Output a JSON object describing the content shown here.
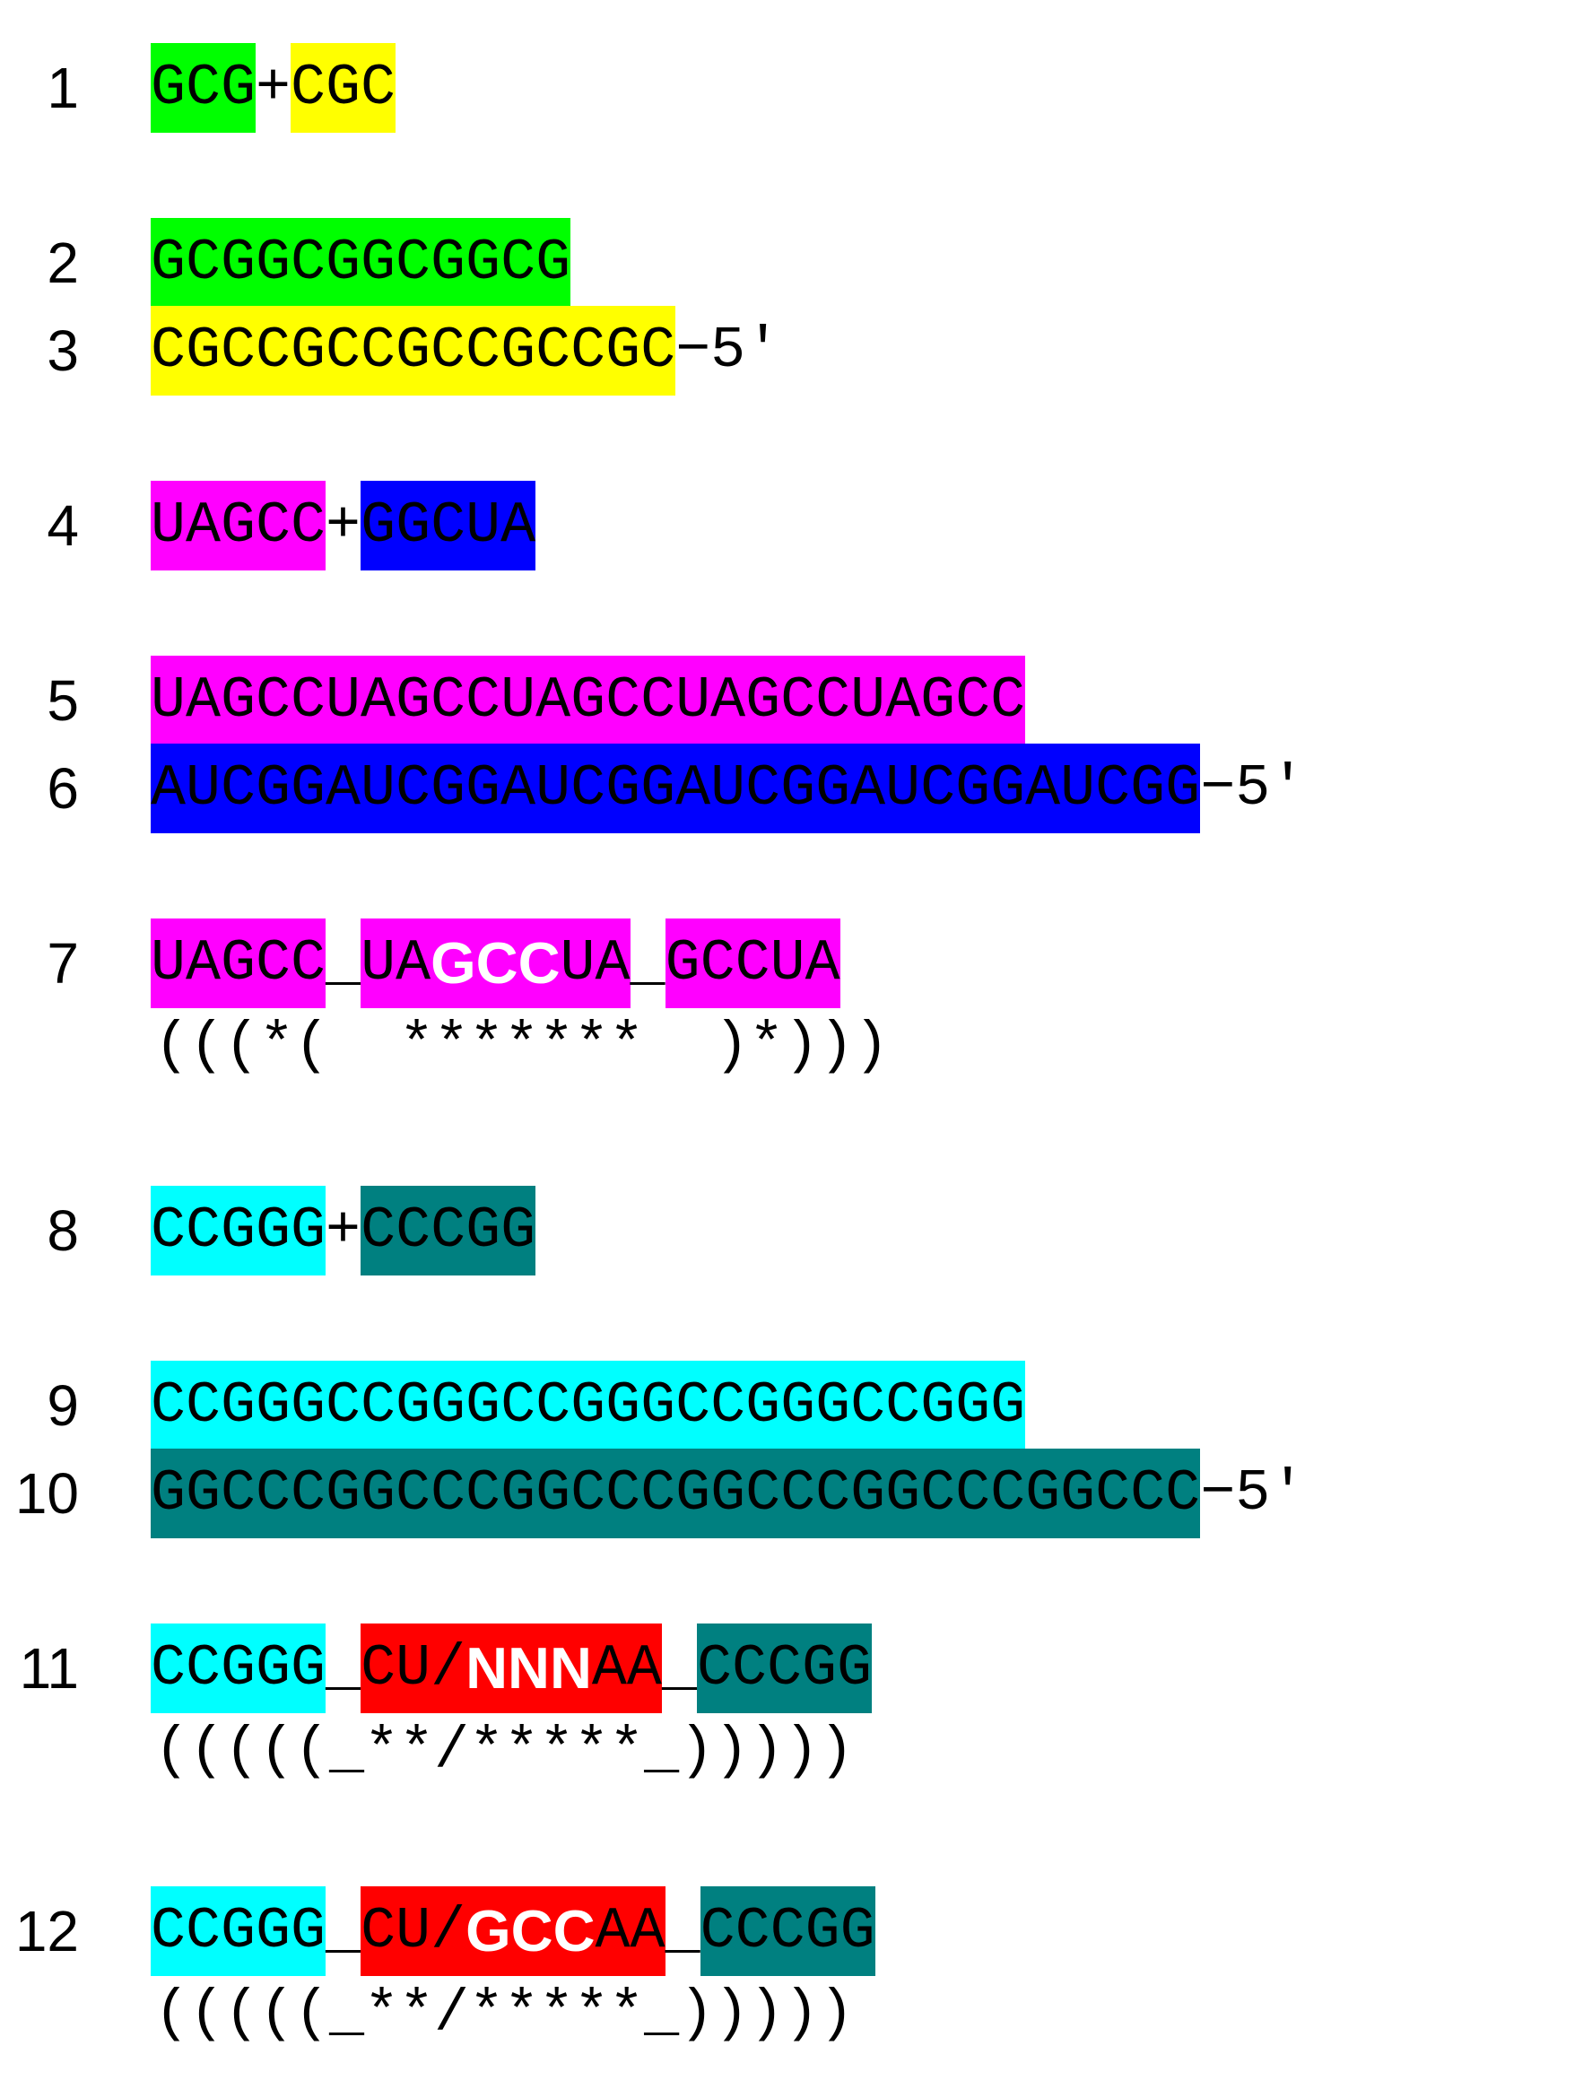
{
  "colors": {
    "green": "#00ff00",
    "yellow": "#ffff00",
    "magenta": "#ff00ff",
    "blue": "#0000ff",
    "cyan": "#00ffff",
    "teal": "#008080",
    "red": "#ff0000"
  },
  "rows": [
    {
      "num": "1",
      "segments": [
        {
          "text": "GCG",
          "bg": "green"
        },
        {
          "text": "+",
          "bg": ""
        },
        {
          "text": "CGC",
          "bg": "yellow"
        }
      ]
    },
    {
      "num": "2",
      "segments": [
        {
          "text": "GCGGCGGCGGCG",
          "bg": "green"
        }
      ]
    },
    {
      "num": "3",
      "segments": [
        {
          "text": "CGCCGCCGCCGCCGC",
          "bg": "yellow"
        },
        {
          "text": "−5′",
          "bg": ""
        }
      ]
    },
    {
      "num": "4",
      "segments": [
        {
          "text": "UAGCC",
          "bg": "magenta"
        },
        {
          "text": "+",
          "bg": ""
        },
        {
          "text": "GGCUA",
          "bg": "blue"
        }
      ]
    },
    {
      "num": "5",
      "segments": [
        {
          "text": "UAGCCUAGCCUAGCCUAGCCUAGCC",
          "bg": "magenta"
        }
      ]
    },
    {
      "num": "6",
      "segments": [
        {
          "text": "AUCGGAUCGGAUCGGAUCGGAUCGGAUCGG",
          "bg": "blue"
        },
        {
          "text": "−5′",
          "bg": ""
        }
      ]
    },
    {
      "num": "7",
      "segments": [
        {
          "text": "UAGCC",
          "bg": "magenta"
        },
        {
          "text": "_",
          "bg": ""
        },
        {
          "text": "UA",
          "bg": "magenta"
        },
        {
          "text": "GCC",
          "bg": "magenta",
          "highlight": true
        },
        {
          "text": "UA",
          "bg": "magenta"
        },
        {
          "text": "_",
          "bg": ""
        },
        {
          "text": "GCCUA",
          "bg": "magenta"
        }
      ],
      "structure": "(((*(  *******  )*)))"
    },
    {
      "num": "8",
      "segments": [
        {
          "text": "CCGGG",
          "bg": "cyan"
        },
        {
          "text": "+",
          "bg": ""
        },
        {
          "text": "CCCGG",
          "bg": "teal"
        }
      ]
    },
    {
      "num": "9",
      "segments": [
        {
          "text": "CCGGGCCGGGCCGGGCCGGGCCGGG",
          "bg": "cyan"
        }
      ]
    },
    {
      "num": "10",
      "segments": [
        {
          "text": "GGCCCGGCCCGGCCCGGCCCGGCCCGGCCC",
          "bg": "teal"
        },
        {
          "text": "−5′",
          "bg": ""
        }
      ]
    },
    {
      "num": "11",
      "segments": [
        {
          "text": "CCGGG",
          "bg": "cyan"
        },
        {
          "text": "_",
          "bg": ""
        },
        {
          "text": "CU/",
          "bg": "red"
        },
        {
          "text": "NNN",
          "bg": "red",
          "highlight": true
        },
        {
          "text": "AA",
          "bg": "red"
        },
        {
          "text": "_",
          "bg": ""
        },
        {
          "text": "CCCGG",
          "bg": "teal"
        }
      ],
      "structure": "(((((_**/*****_)))))"
    },
    {
      "num": "12",
      "segments": [
        {
          "text": "CCGGG",
          "bg": "cyan"
        },
        {
          "text": "_",
          "bg": ""
        },
        {
          "text": "CU/",
          "bg": "red"
        },
        {
          "text": "GCC",
          "bg": "red",
          "highlight": true
        },
        {
          "text": "AA",
          "bg": "red"
        },
        {
          "text": "_",
          "bg": ""
        },
        {
          "text": "CCCGG",
          "bg": "teal"
        }
      ],
      "structure": "(((((_**/*****_)))))"
    }
  ]
}
